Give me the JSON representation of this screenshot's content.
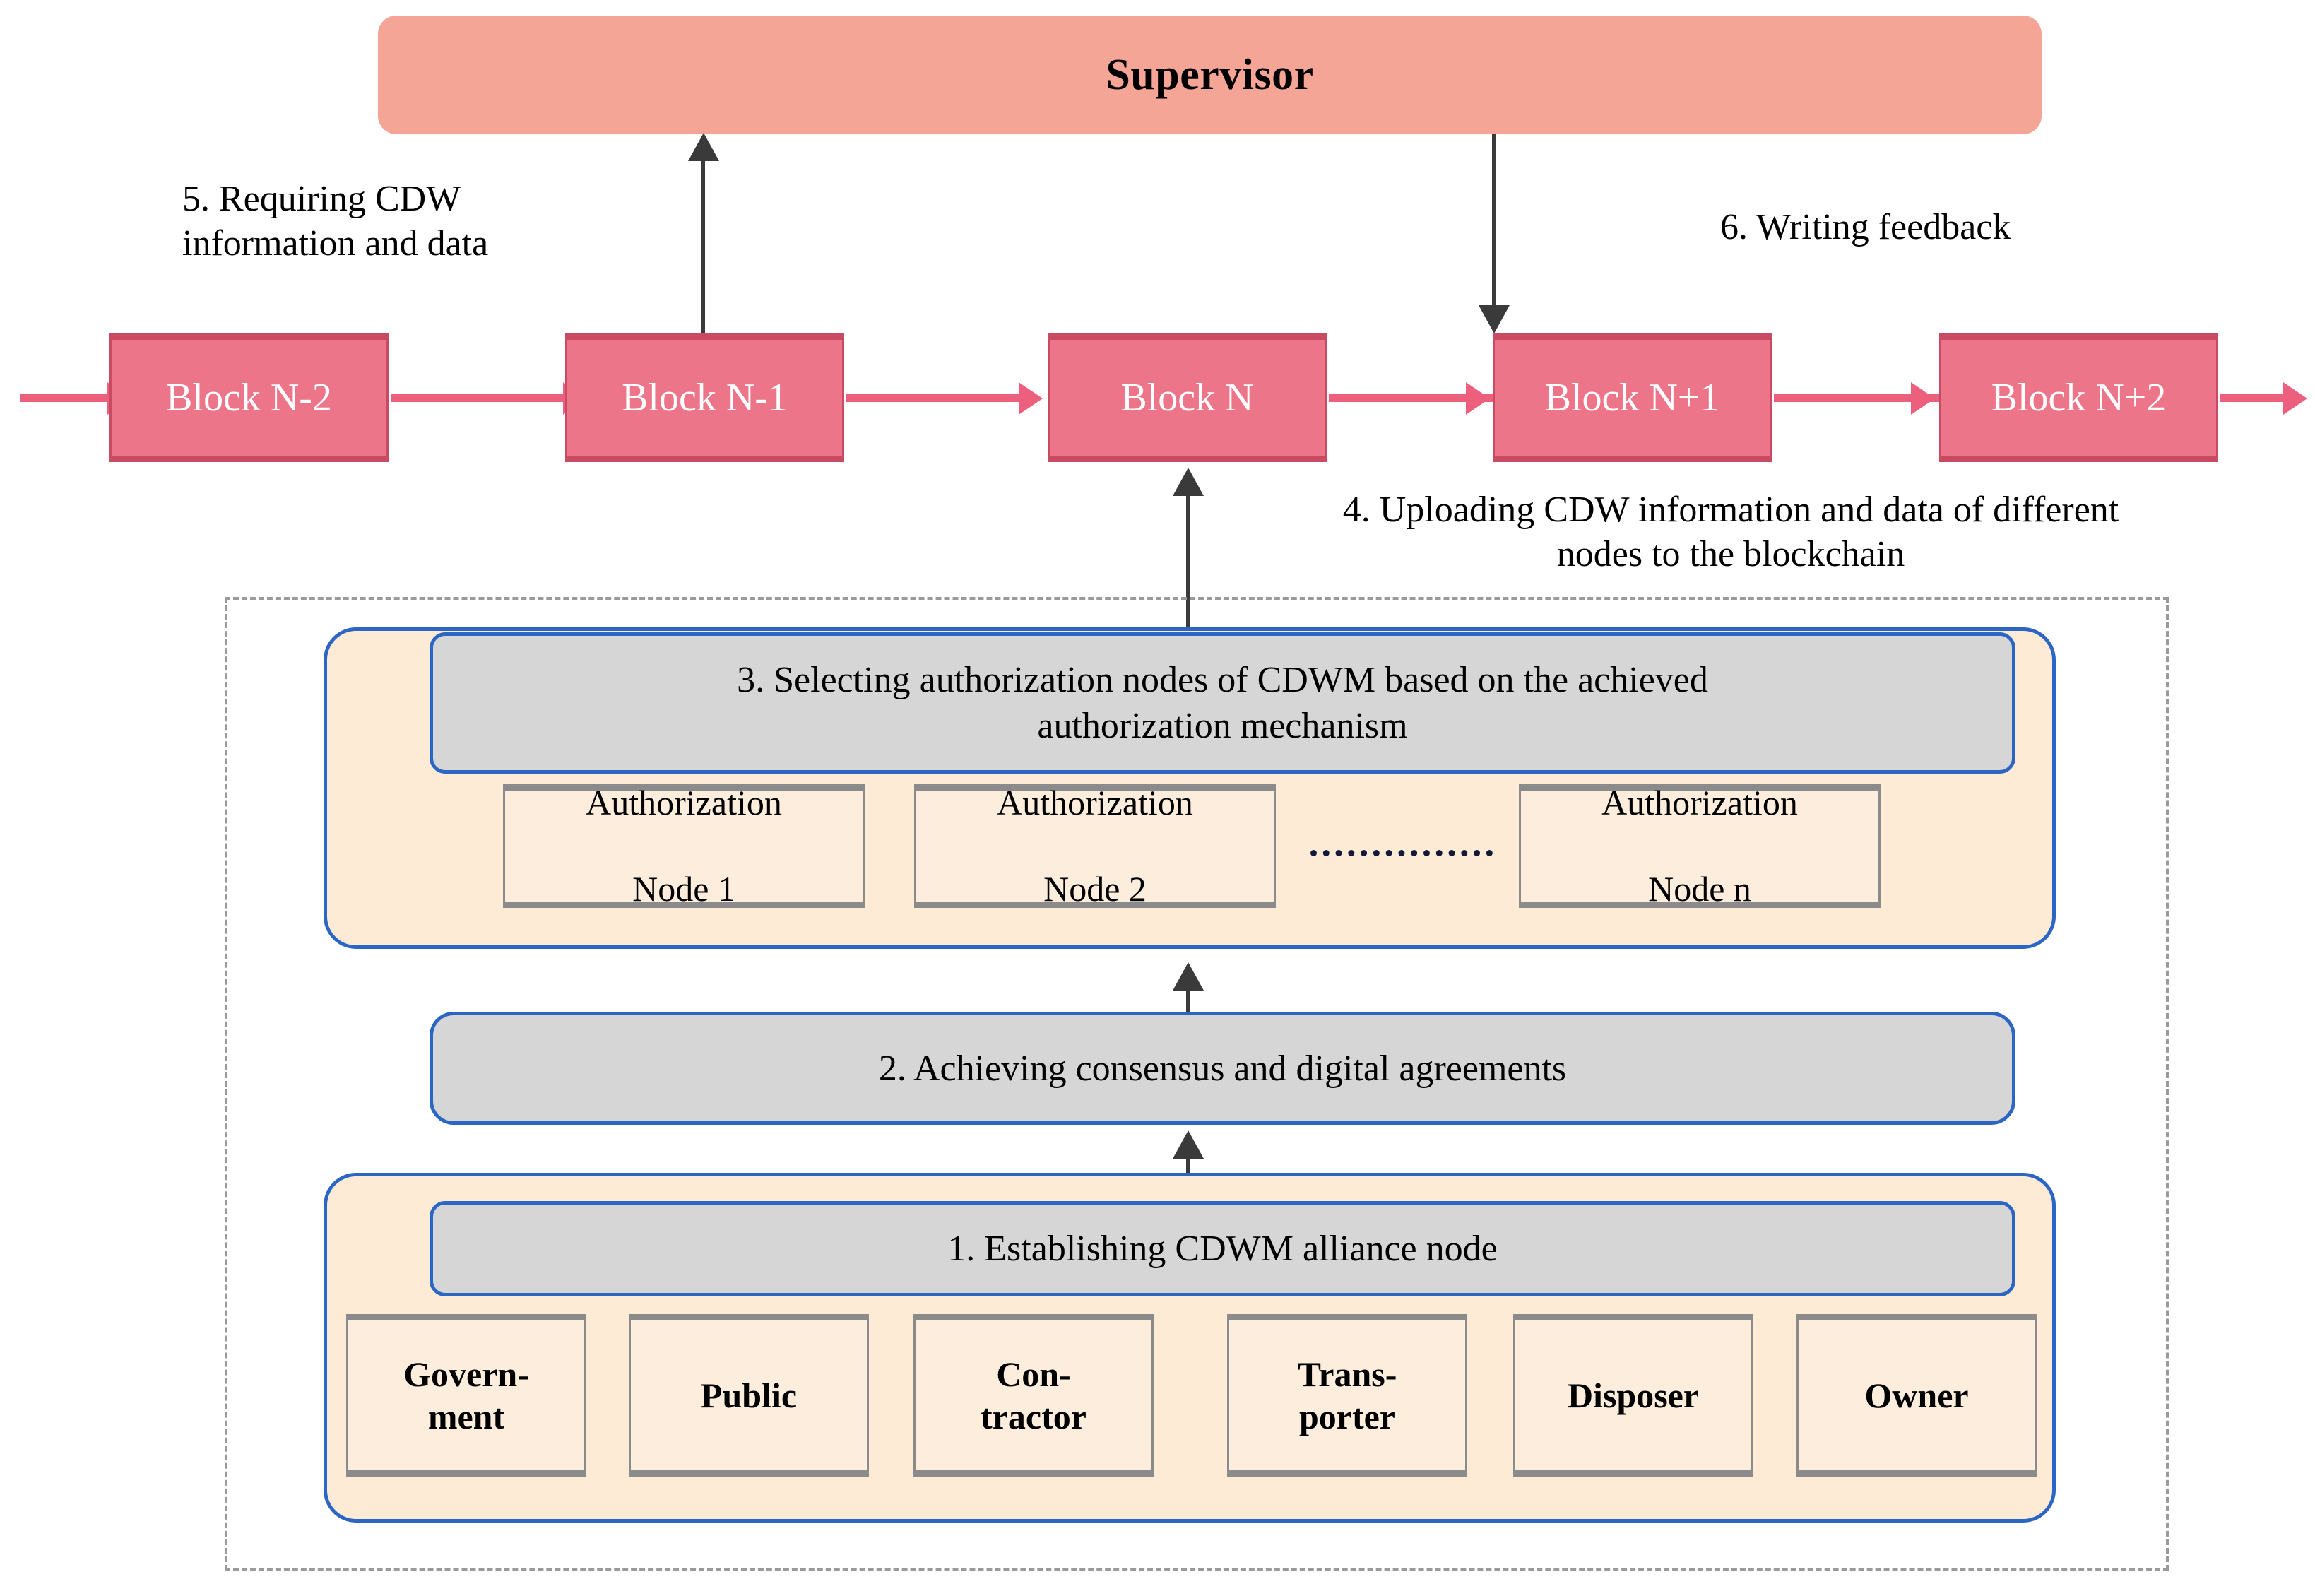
{
  "diagram": {
    "title": "CDWM blockchain authorization process",
    "colors": {
      "supervisor_fill": "#F4A595",
      "block_fill": "#EC7589",
      "block_border": "#C84A63",
      "chain_arrow": "#EC5F7D",
      "panel_fill": "#FDEBD5",
      "panel_border": "#2C66C4",
      "step_bar_fill": "#D6D6D6",
      "node_fill": "#FDEDDC",
      "node_border": "#8B8B8B",
      "dashed_container": "#9A9A9A",
      "arrow": "#3A3A3A"
    }
  },
  "supervisor": {
    "label": "Supervisor"
  },
  "blockchain": {
    "blocks": [
      {
        "label": "Block N-2"
      },
      {
        "label": "Block N-1"
      },
      {
        "label": "Block N"
      },
      {
        "label": "Block N+1"
      },
      {
        "label": "Block N+2"
      }
    ]
  },
  "flows": {
    "step5": "5. Requiring CDW\ninformation and data",
    "step5_line1": "5. Requiring CDW",
    "step5_line2": "information and data",
    "step6": "6. Writing feedback",
    "step4_line1": "4. Uploading CDW information and data of different",
    "step4_line2": "nodes to the blockchain"
  },
  "steps": {
    "step3_line1": "3. Selecting authorization nodes of CDWM based on the achieved",
    "step3_line2": "authorization mechanism",
    "step2": "2. Achieving consensus and digital agreements",
    "step1": "1. Establishing CDWM alliance node"
  },
  "authorization_nodes": [
    {
      "line1": "Authorization",
      "line2": "Node 1"
    },
    {
      "line1": "Authorization",
      "line2": "Node 2"
    },
    {
      "line1": "Authorization",
      "line2": "Node n"
    }
  ],
  "ellipsis": {
    "label": "........................."
  },
  "stakeholders": [
    {
      "line1": "Govern-",
      "line2": "ment"
    },
    {
      "line1": "Public",
      "line2": ""
    },
    {
      "line1": "Con-",
      "line2": "tractor"
    },
    {
      "line1": "Trans-",
      "line2": "porter"
    },
    {
      "line1": "Disposer",
      "line2": ""
    },
    {
      "line1": "Owner",
      "line2": ""
    }
  ]
}
